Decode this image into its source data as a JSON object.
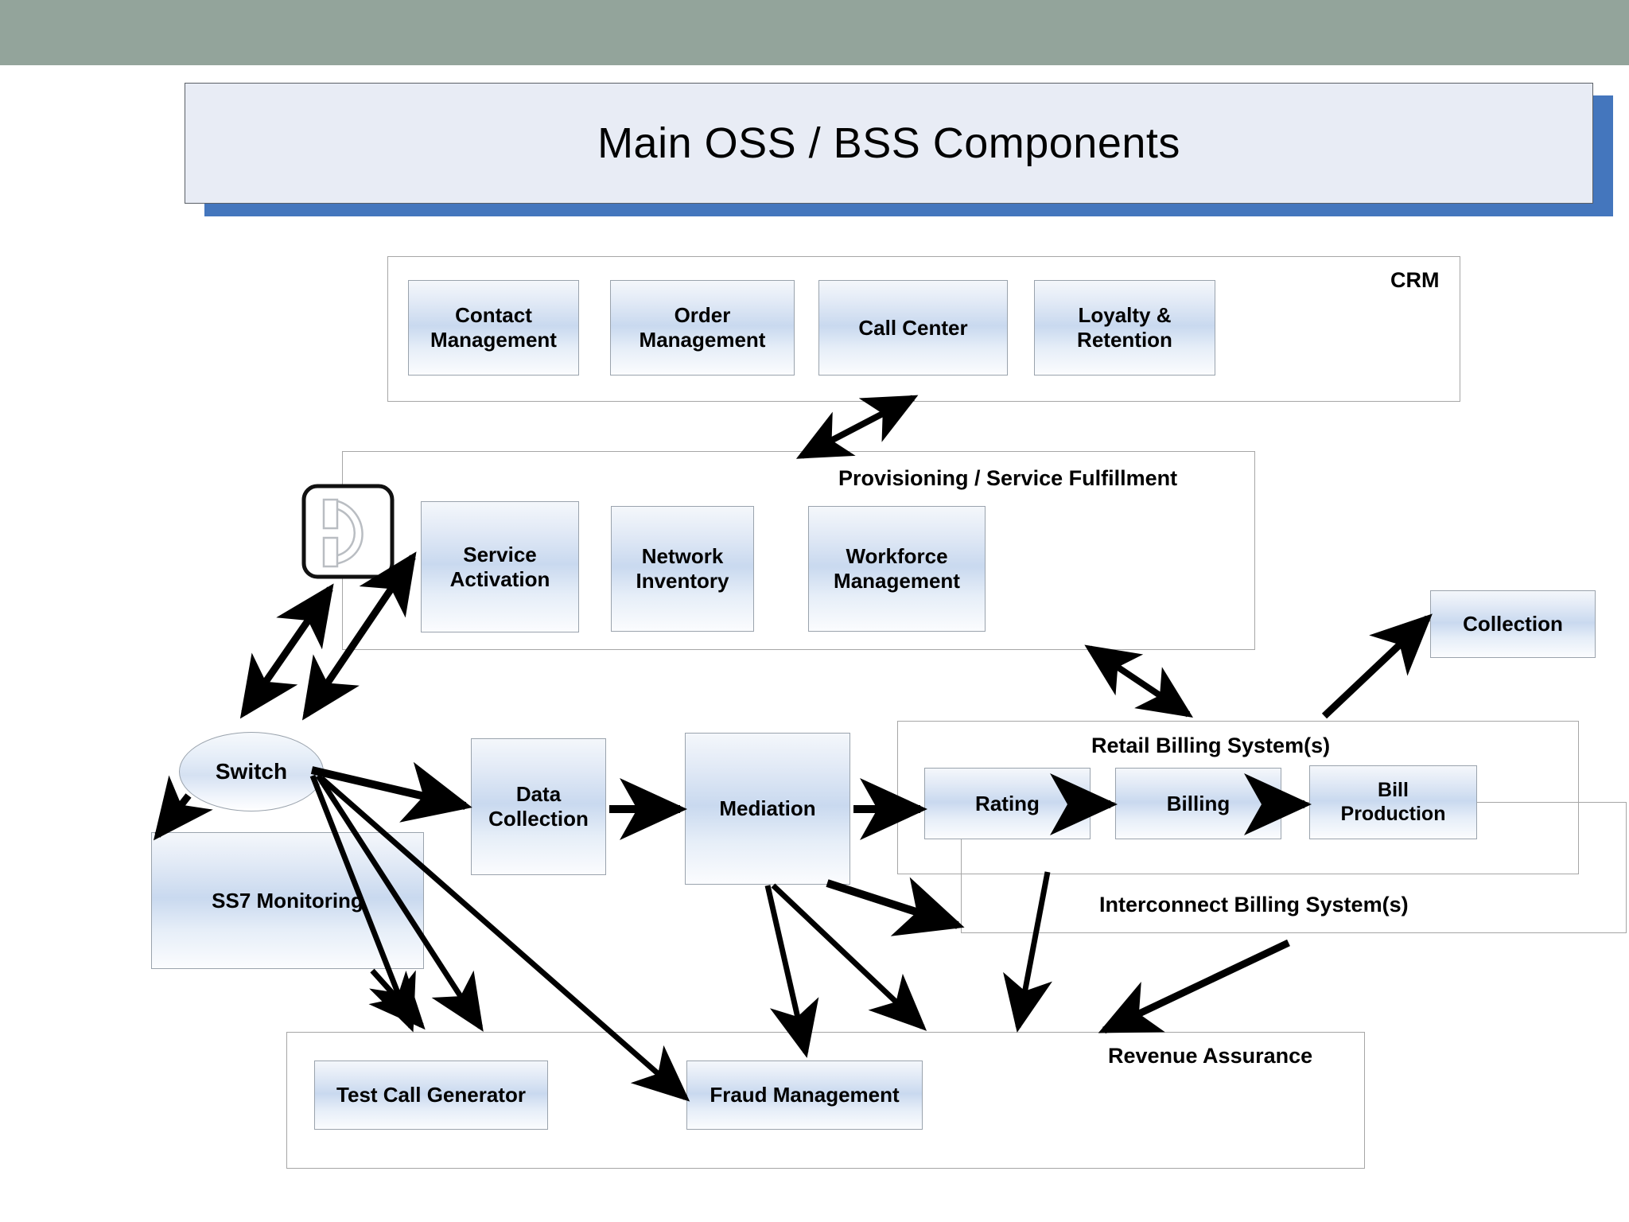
{
  "page": {
    "title": "Main OSS / BSS Components",
    "band_color": "#93a49b",
    "title_box_color": "#e8ecf5",
    "title_shadow_color": "#4476bd"
  },
  "groups": {
    "crm": {
      "label": "CRM"
    },
    "provisioning": {
      "label": "Provisioning / Service Fulfillment"
    },
    "retail_billing": {
      "label": "Retail Billing System(s)"
    },
    "interconnect_billing": {
      "label": "Interconnect Billing System(s)"
    },
    "revenue_assurance": {
      "label": "Revenue Assurance"
    }
  },
  "nodes": {
    "contact_management": "Contact\nManagement",
    "order_management": "Order\nManagement",
    "call_center": "Call Center",
    "loyalty_retention": "Loyalty &\nRetention",
    "service_activation": "Service\nActivation",
    "network_inventory": "Network\nInventory",
    "workforce_management": "Workforce\nManagement",
    "switch": "Switch",
    "ss7_monitoring": "SS7 Monitoring",
    "data_collection": "Data\nCollection",
    "mediation": "Mediation",
    "rating": "Rating",
    "billing": "Billing",
    "bill_production": "Bill\nProduction",
    "collection": "Collection",
    "test_call_generator": "Test Call Generator",
    "fraud_management": "Fraud Management"
  },
  "icons": {
    "telephone": "telephone-icon"
  },
  "chart_data": {
    "type": "diagram",
    "title": "Main OSS / BSS Components",
    "nodes": [
      {
        "id": "contact_management",
        "label": "Contact Management",
        "group": "crm"
      },
      {
        "id": "order_management",
        "label": "Order Management",
        "group": "crm"
      },
      {
        "id": "call_center",
        "label": "Call Center",
        "group": "crm"
      },
      {
        "id": "loyalty_retention",
        "label": "Loyalty & Retention",
        "group": "crm"
      },
      {
        "id": "service_activation",
        "label": "Service Activation",
        "group": "provisioning"
      },
      {
        "id": "network_inventory",
        "label": "Network Inventory",
        "group": "provisioning"
      },
      {
        "id": "workforce_management",
        "label": "Workforce Management",
        "group": "provisioning"
      },
      {
        "id": "switch",
        "label": "Switch",
        "group": null
      },
      {
        "id": "telephone",
        "label": "Telephone",
        "group": null
      },
      {
        "id": "ss7_monitoring",
        "label": "SS7 Monitoring",
        "group": null
      },
      {
        "id": "data_collection",
        "label": "Data Collection",
        "group": null
      },
      {
        "id": "mediation",
        "label": "Mediation",
        "group": null
      },
      {
        "id": "rating",
        "label": "Rating",
        "group": "retail_billing"
      },
      {
        "id": "billing",
        "label": "Billing",
        "group": "retail_billing"
      },
      {
        "id": "bill_production",
        "label": "Bill Production",
        "group": "retail_billing"
      },
      {
        "id": "collection",
        "label": "Collection",
        "group": null
      },
      {
        "id": "test_call_generator",
        "label": "Test Call Generator",
        "group": "revenue_assurance"
      },
      {
        "id": "fraud_management",
        "label": "Fraud Management",
        "group": "revenue_assurance"
      }
    ],
    "edges": [
      {
        "from": "provisioning",
        "to": "crm",
        "type": "double"
      },
      {
        "from": "provisioning",
        "to": "retail_billing",
        "type": "double"
      },
      {
        "from": "switch",
        "to": "telephone",
        "type": "double"
      },
      {
        "from": "switch",
        "to": "service_activation",
        "type": "double"
      },
      {
        "from": "switch",
        "to": "ss7_monitoring",
        "type": "single"
      },
      {
        "from": "switch",
        "to": "data_collection",
        "type": "single"
      },
      {
        "from": "switch",
        "to": "revenue_assurance",
        "type": "single"
      },
      {
        "from": "switch",
        "to": "revenue_assurance",
        "type": "single"
      },
      {
        "from": "switch",
        "to": "fraud_management",
        "type": "single"
      },
      {
        "from": "ss7_monitoring",
        "to": "revenue_assurance",
        "type": "single"
      },
      {
        "from": "data_collection",
        "to": "mediation",
        "type": "single"
      },
      {
        "from": "mediation",
        "to": "rating",
        "type": "single"
      },
      {
        "from": "mediation",
        "to": "interconnect_billing",
        "type": "single"
      },
      {
        "from": "mediation",
        "to": "fraud_management",
        "type": "single"
      },
      {
        "from": "mediation",
        "to": "revenue_assurance",
        "type": "single"
      },
      {
        "from": "rating",
        "to": "billing",
        "type": "single"
      },
      {
        "from": "billing",
        "to": "bill_production",
        "type": "single"
      },
      {
        "from": "retail_billing",
        "to": "collection",
        "type": "single"
      },
      {
        "from": "retail_billing",
        "to": "revenue_assurance",
        "type": "single"
      },
      {
        "from": "interconnect_billing",
        "to": "revenue_assurance",
        "type": "single"
      }
    ]
  }
}
